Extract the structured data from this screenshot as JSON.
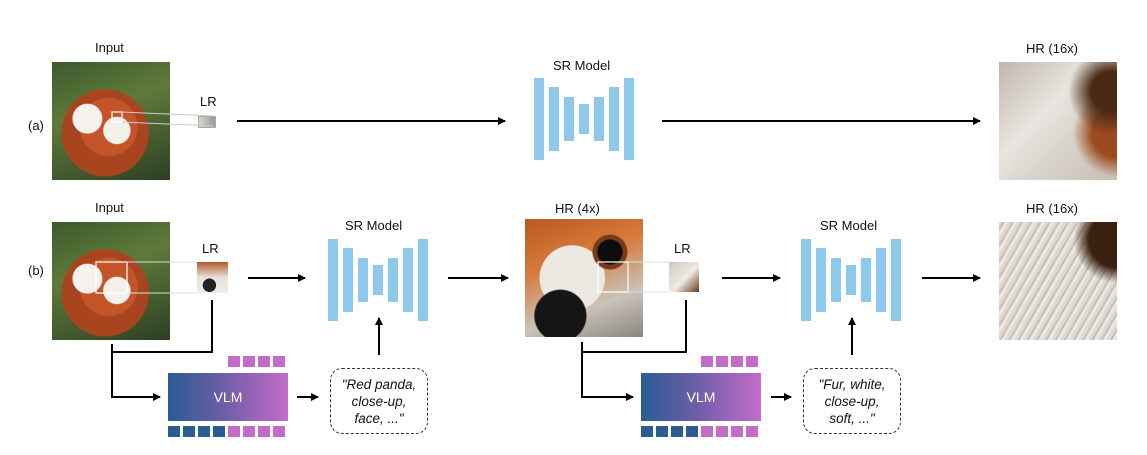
{
  "labels": {
    "row_a": "(a)",
    "row_b": "(b)",
    "input_a": "Input",
    "input_b": "Input",
    "lr_a": "LR",
    "lr_b1": "LR",
    "lr_b2": "LR",
    "sr_a": "SR Model",
    "sr_b1": "SR Model",
    "sr_b2": "SR Model",
    "hr16_a": "HR (16x)",
    "hr4_b": "HR (4x)",
    "hr16_b": "HR (16x)",
    "vlm_1": "VLM",
    "vlm_2": "VLM"
  },
  "prompts": {
    "prompt_1": [
      "\"Red panda,",
      "close-up,",
      "face, ...\""
    ],
    "prompt_2": [
      "\"Fur, white,",
      "close-up,",
      "soft, ...\""
    ]
  },
  "colors": {
    "sr_model_blue": "#8ec8ea",
    "vlm_gradient_start": "#2b5b93",
    "vlm_gradient_end": "#c46cc9",
    "token_blue": "#2b5b93",
    "token_pink": "#c46cc9"
  }
}
